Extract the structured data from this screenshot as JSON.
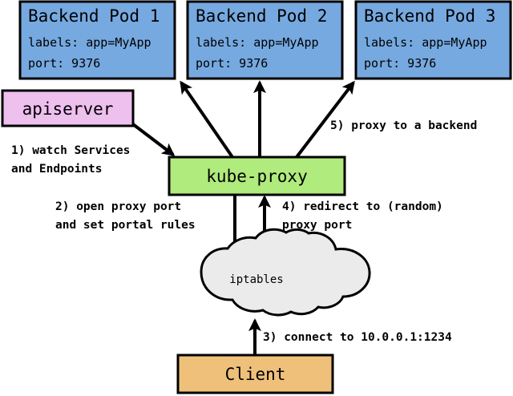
{
  "diagram": {
    "kind": "kubernetes-service-proxy-flow",
    "background": "#ffffff",
    "colors": {
      "pod_fill": "#76a9e0",
      "apiserver_fill": "#eec0ee",
      "kubeproxy_fill": "#b0eb7d",
      "client_fill": "#eec07a",
      "cloud_fill": "#ebebeb",
      "stroke": "#000000",
      "text": "#000000"
    },
    "nodes": {
      "pod1": {
        "title": "Backend Pod 1",
        "line1": "labels: app=MyApp",
        "line2": "port: 9376"
      },
      "pod2": {
        "title": "Backend Pod 2",
        "line1": "labels: app=MyApp",
        "line2": "port: 9376"
      },
      "pod3": {
        "title": "Backend Pod 3",
        "line1": "labels: app=MyApp",
        "line2": "port: 9376"
      },
      "apiserver": {
        "title": "apiserver"
      },
      "kubeproxy": {
        "title": "kube-proxy"
      },
      "iptables": {
        "title": "iptables"
      },
      "client": {
        "title": "Client"
      }
    },
    "steps": [
      {
        "id": "step1",
        "line1": "1) watch Services",
        "line2": "and Endpoints"
      },
      {
        "id": "step2",
        "line1": "2) open proxy port",
        "line2": "and set portal rules"
      },
      {
        "id": "step3",
        "line1": "3) connect to 10.0.0.1:1234",
        "line2": ""
      },
      {
        "id": "step4",
        "line1": "4) redirect to (random)",
        "line2": "proxy port"
      },
      {
        "id": "step5",
        "line1": "5) proxy to a backend",
        "line2": ""
      }
    ]
  }
}
